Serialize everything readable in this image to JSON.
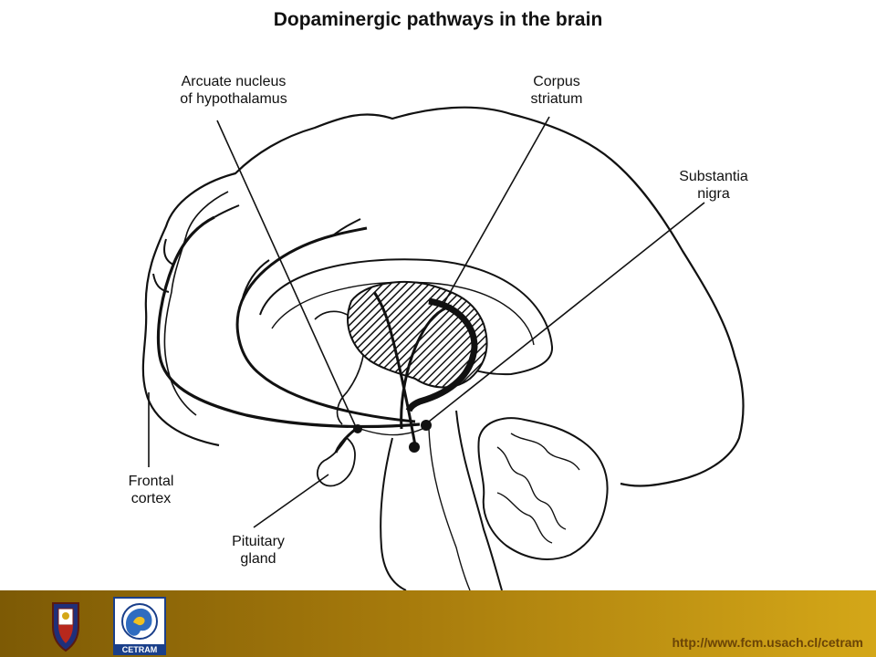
{
  "title": "Dopaminergic pathways in the brain",
  "labels": {
    "arcuate": "Arcuate nucleus\nof hypothalamus",
    "corpus": "Corpus\nstriatum",
    "substantia": "Substantia\nnigra",
    "frontal": "Frontal\ncortex",
    "pituitary": "Pituitary\ngland"
  },
  "footer": {
    "url": "http://www.fcm.usach.cl/cetram",
    "logo_text": "CETRAM"
  },
  "colors": {
    "footer_dark": "#7d5a05",
    "footer_light": "#d4a718",
    "url_text": "#6b4406"
  }
}
